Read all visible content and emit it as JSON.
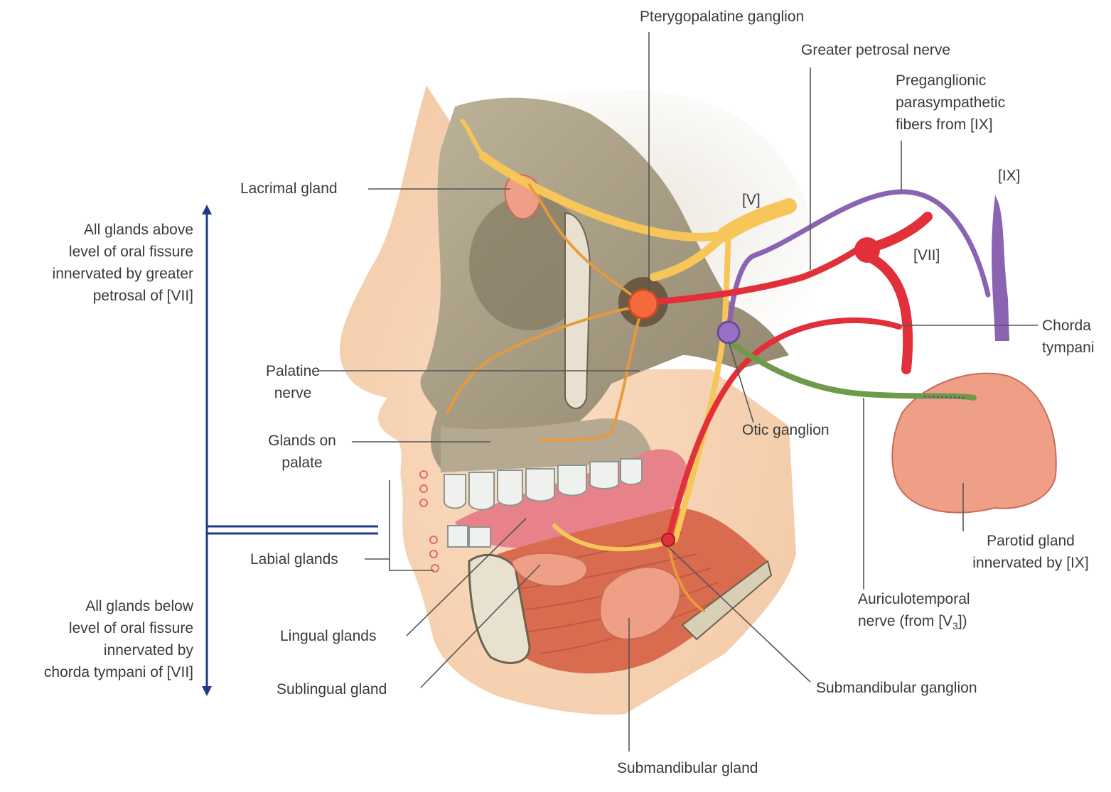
{
  "colors": {
    "skin": "#f6d2b1",
    "bone": "#a79c83",
    "trigeminal": "#f7c659",
    "facial": "#e2303a",
    "glossopharyngeal": "#8a63b3",
    "auriculotemporal": "#6e9a4a",
    "gland": "#ef9f86",
    "muscle": "#e07a5f",
    "bracket": "#1f3a8a",
    "leader": "#555555"
  },
  "labels": {
    "pterygopalatine_ganglion": "Pterygopalatine ganglion",
    "greater_petrosal_nerve": "Greater petrosal nerve",
    "preganglionic_fibers": "Preganglionic\nparasympathetic\nfibers from [IX]",
    "ix": "[IX]",
    "v": "[V]",
    "vii": "[VII]",
    "chorda_tympani": "Chorda\ntympani",
    "lacrimal_gland": "Lacrimal gland",
    "palatine_nerve": "Palatine\nnerve",
    "glands_on_palate": "Glands on\npalate",
    "otic_ganglion": "Otic ganglion",
    "parotid_gland": "Parotid gland\ninnervated by [IX]",
    "labial_glands": "Labial glands",
    "auriculotemporal_nerve_line1": "Auriculotemporal",
    "auriculotemporal_nerve_line2_pre": "nerve (from [V",
    "auriculotemporal_nerve_sub": "3",
    "auriculotemporal_nerve_post": "])",
    "lingual_glands": "Lingual glands",
    "sublingual_gland": "Sublingual gland",
    "submandibular_ganglion": "Submandibular ganglion",
    "submandibular_gland": "Submandibular gland"
  },
  "side_notes": {
    "above": "All glands above\nlevel of oral fissure\ninnervated by greater\npetrosal of [VII]",
    "below": "All glands below\nlevel of oral fissure\ninnervated by\nchorda tympani of [VII]"
  }
}
